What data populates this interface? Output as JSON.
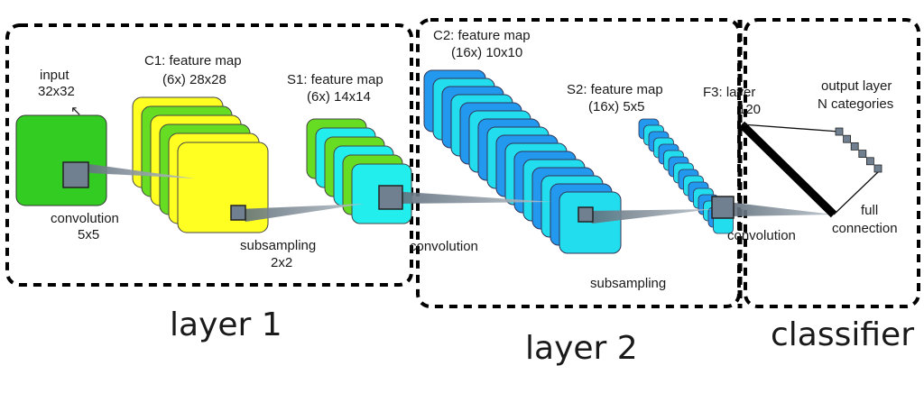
{
  "diagram": {
    "layer1": {
      "input_label": "input",
      "input_size": "32x32",
      "c1_title": "C1: feature map",
      "c1_dims": "(6x) 28x28",
      "s1_title": "S1: feature map",
      "s1_dims": "(6x) 14x14",
      "conv_label": "convolution",
      "conv_kernel": "5x5",
      "subsampling_label": "subsampling",
      "subsampling_size": "2x2",
      "section_label": "layer 1"
    },
    "layer2": {
      "c2_title": "C2: feature map",
      "c2_dims": "(16x) 10x10",
      "s2_title": "S2: feature map",
      "s2_dims": "(16x) 5x5",
      "conv_label": "convolution",
      "subsampling_label": "subsampling",
      "section_label": "layer 2"
    },
    "classifier": {
      "f3_label": "F3: layer",
      "f3_size": "120",
      "output_label": "output layer",
      "output_categories": "N categories",
      "conv_label": "convolution",
      "full_label": "full",
      "connection_label": "connection",
      "section_label": "classifier"
    },
    "colors": {
      "input_green": "#33cc22",
      "c1_yellow": "#ffff22",
      "c1_green": "#66dd22",
      "s1_cyan": "#22eeee",
      "c2_blue": "#2299ee",
      "c2_cyan": "#22ddee",
      "s2_blue": "#2299ee",
      "kernel_gray": "#708090",
      "border": "#000000"
    }
  }
}
